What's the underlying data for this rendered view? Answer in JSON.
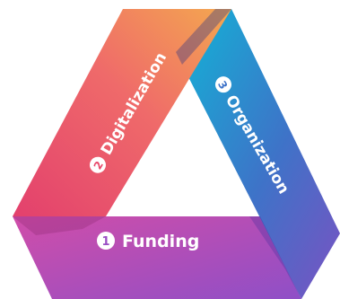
{
  "diagram": {
    "segments": [
      {
        "number": "1",
        "label": "Funding",
        "color_start": "#c74fb3",
        "color_end": "#9a4fc4"
      },
      {
        "number": "2",
        "label": "Digitalization",
        "color_start": "#e8486a",
        "color_end": "#f2a254"
      },
      {
        "number": "3",
        "label": "Organization",
        "color_start": "#1fa6cf",
        "color_end": "#6b54c0"
      }
    ]
  }
}
